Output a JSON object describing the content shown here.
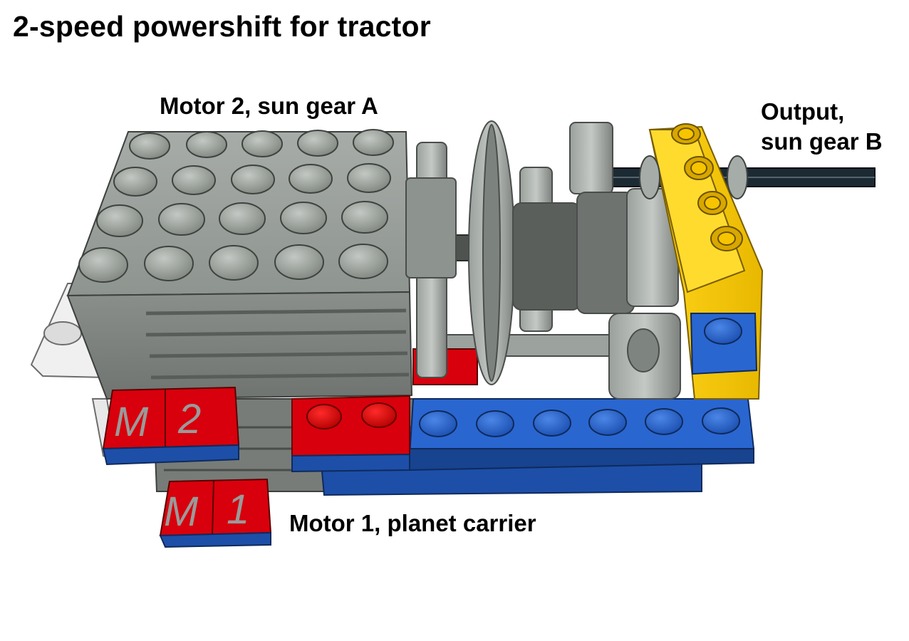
{
  "title": "2-speed powershift for tractor",
  "labels": {
    "motor2": "Motor 2, sun gear A",
    "output_line1": "Output,",
    "output_line2": "sun gear B",
    "motor1": "Motor 1, planet carrier"
  },
  "tiles": {
    "m2_left": "M",
    "m2_right": "2",
    "m1_left": "M",
    "m1_right": "1"
  },
  "colors": {
    "motor_gray": "#8f9590",
    "brick_red": "#d8000c",
    "brick_blue": "#1f5cc4",
    "beam_yellow": "#f2c500",
    "axle_black": "#1c2a33"
  }
}
